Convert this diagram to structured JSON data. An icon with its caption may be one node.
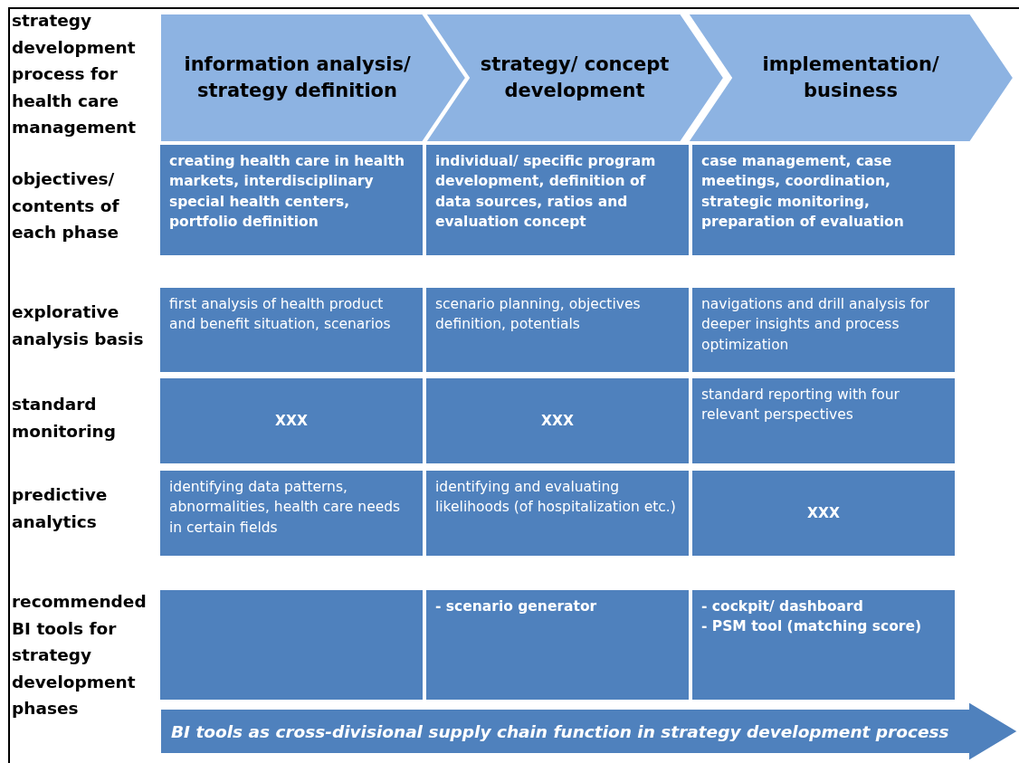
{
  "diagram": {
    "nodes": [
      {
        "text": [
          "information analysis/ strategy definition"
        ]
      },
      {
        "text": [
          "strategy/ concept development"
        ]
      },
      {
        "text": [
          "implementation/ business"
        ]
      },
      {
        "text": [
          "creating health care in health markets, interdisciplinary special health centers, portfolio definition"
        ]
      },
      {
        "text": [
          "individual/ specific program development, definition of data sources, ratios and evaluation concept"
        ]
      },
      {
        "text": [
          "case management, case meetings, coordination, strategic monitoring, preparation of evaluation"
        ]
      },
      {
        "text": [
          "first analysis of health product and benefit situation, scenarios"
        ]
      },
      {
        "text": [
          "scenario planning, objectives definition, potentials"
        ]
      },
      {
        "text": [
          "navigations and drill analysis for deeper insights and process optimization"
        ]
      },
      {
        "text": [
          "XXX"
        ]
      },
      {
        "text": [
          "XXX"
        ]
      },
      {
        "text": [
          "standard reporting with four relevant perspectives"
        ]
      },
      {
        "text": [
          "identifying data patterns, abnormalities, health care needs in certain fields"
        ]
      },
      {
        "text": [
          "identifying and evaluating likelihoods (of hospitalization etc.)"
        ]
      },
      {
        "text": [
          "XXX"
        ]
      },
      {
        "text": [],
        "shape": "box"
      },
      {
        "text": [
          "- scenario generator"
        ]
      },
      {
        "text": [
          "- cockpit/ dashboard",
          "- PSM tool (matching score)"
        ]
      },
      {
        "text": [
          "BI tools as cross-divisional supply chain function in strategy development process"
        ]
      }
    ],
    "labels": [
      "strategy development process for health care management",
      "objectives/ contents of each phase",
      "explorative analysis basis",
      "standard monitoring",
      "predictive analytics",
      "recommended BI tools for strategy development phases"
    ]
  }
}
